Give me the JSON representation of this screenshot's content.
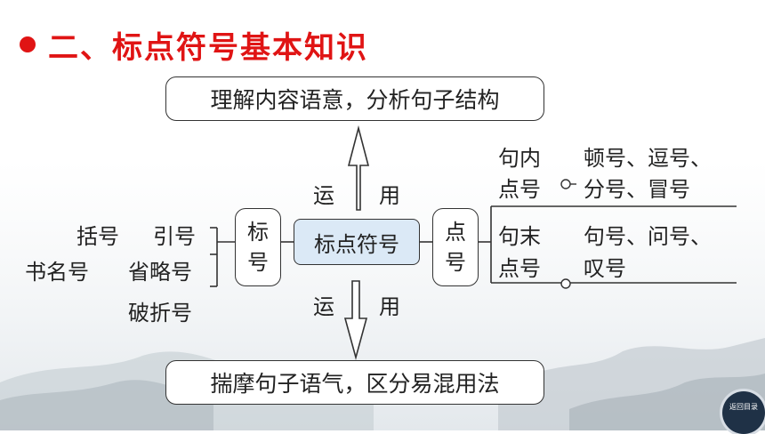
{
  "heading": "二、标点符号基本知识",
  "colors": {
    "accent": "#e01414",
    "center_fill": "#dbe9f6",
    "button": "#1f3146"
  },
  "top_box": "理解内容语意，分析句子结构",
  "bottom_box": "揣摩句子语气，区分易混用法",
  "center_box": "标点符号",
  "up_label": {
    "left": "运",
    "right": "用"
  },
  "down_label": {
    "left": "运",
    "right": "用"
  },
  "left_box": [
    "标",
    "号"
  ],
  "right_box": [
    "点",
    "号"
  ],
  "left_items": {
    "row1": [
      "括号",
      "引号"
    ],
    "row2": [
      "书名号",
      "省略号"
    ],
    "row3": "破折号"
  },
  "sentence_inner": {
    "title": [
      "句内",
      "点号"
    ],
    "items": [
      "顿号、逗号、",
      "分号、冒号"
    ]
  },
  "sentence_end": {
    "title": [
      "句末",
      "点号"
    ],
    "items": [
      "句号、问号、",
      "叹号"
    ]
  },
  "return_button": "返回目录"
}
